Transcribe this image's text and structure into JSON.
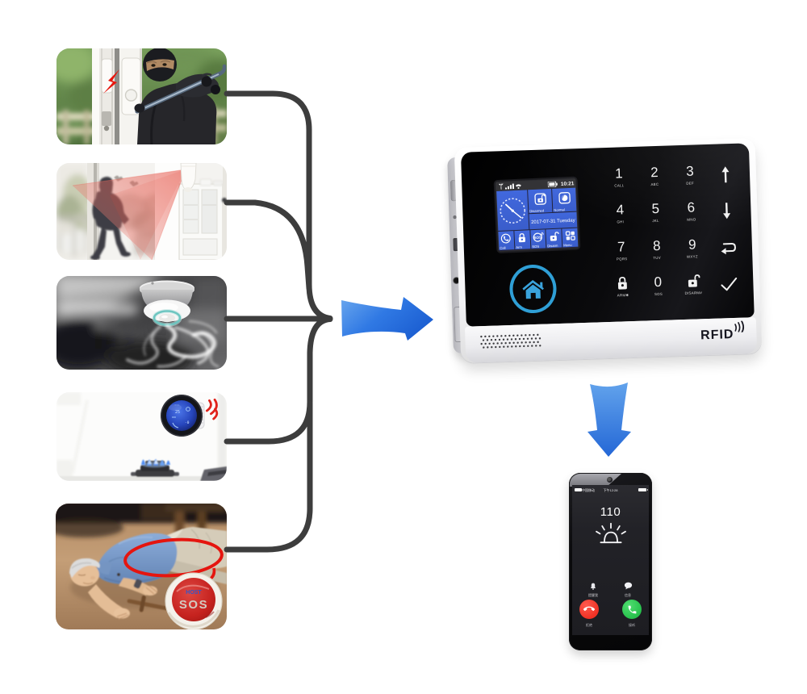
{
  "scene": {
    "background_color": "#ffffff",
    "connector_color": "#3d3d3d",
    "arrow_blue_light": "#63a2ec",
    "arrow_blue_dark": "#1d5ecf"
  },
  "photos": [
    {
      "name": "burglar-door-sensor",
      "caption": "burglar prying door protected by door sensor"
    },
    {
      "name": "intruder-pir-motion",
      "caption": "intruder detected by PIR motion sensor beam"
    },
    {
      "name": "smoke-detector",
      "caption": "smoke detector on ceiling with smoke"
    },
    {
      "name": "gas-detector-stove",
      "caption": "gas detector above kitchen stove"
    },
    {
      "name": "fallen-elder-sos",
      "caption": "fallen elderly person with emergency SOS button",
      "sos_button": {
        "top_label": "HOST",
        "main_label": "SOS"
      }
    }
  ],
  "panel": {
    "lcd": {
      "time": "10:21",
      "status_icons": [
        "antenna-icon",
        "signal-bars-icon",
        "wifi-icon",
        "battery-icon"
      ],
      "tiles": [
        {
          "label": "Disarmed",
          "icon": "unlocked-badge-icon"
        },
        {
          "label": "Normal",
          "icon": "shield-badge-icon"
        }
      ],
      "date": "2017-07-31 Tuesday",
      "menu_tiles": [
        {
          "label": "Call",
          "icon": "phone-icon"
        },
        {
          "label": "Arm",
          "icon": "lock-icon"
        },
        {
          "label": "SOS",
          "icon": "sos-circle-icon"
        },
        {
          "label": "Disarm",
          "icon": "unlock-icon"
        },
        {
          "label": "Menu",
          "icon": "grid-icon"
        }
      ],
      "tile_color": "#3f63d6"
    },
    "home_button": {
      "icon": "home-icon",
      "ring_color": "#2f9fd6"
    },
    "keypad": {
      "keys": [
        {
          "digit": "1",
          "letters": "CALL"
        },
        {
          "digit": "2",
          "letters": "ABC"
        },
        {
          "digit": "3",
          "letters": "DEF"
        },
        {
          "icon": "arrow-up-icon"
        },
        {
          "digit": "4",
          "letters": "GHI"
        },
        {
          "digit": "5",
          "letters": "JKL"
        },
        {
          "digit": "6",
          "letters": "MNO"
        },
        {
          "icon": "arrow-down-icon"
        },
        {
          "digit": "7",
          "letters": "PQRS"
        },
        {
          "digit": "8",
          "letters": "TUV"
        },
        {
          "digit": "9",
          "letters": "WXYZ"
        },
        {
          "icon": "backspace-arrow-icon"
        },
        {
          "icon": "lock-icon",
          "letters": "ARM✱"
        },
        {
          "digit": "0",
          "letters": "SOS"
        },
        {
          "icon": "unlock-icon",
          "letters": "DISARM#"
        },
        {
          "icon": "check-icon"
        }
      ]
    },
    "rfid_label": "RFID"
  },
  "phone": {
    "carrier": "中国移动",
    "status_time": "下午12:28",
    "caller_number": "110",
    "caller_icon": "siren-icon",
    "remind_label": "提醒我",
    "remind_icon": "remind-icon",
    "message_label": "信息",
    "message_icon": "message-bubble-icon",
    "decline_label": "拒绝",
    "decline_icon": "phone-decline-icon",
    "accept_label": "接听",
    "accept_icon": "phone-accept-icon",
    "decline_color": "#ef3124",
    "accept_color": "#27c24c"
  }
}
